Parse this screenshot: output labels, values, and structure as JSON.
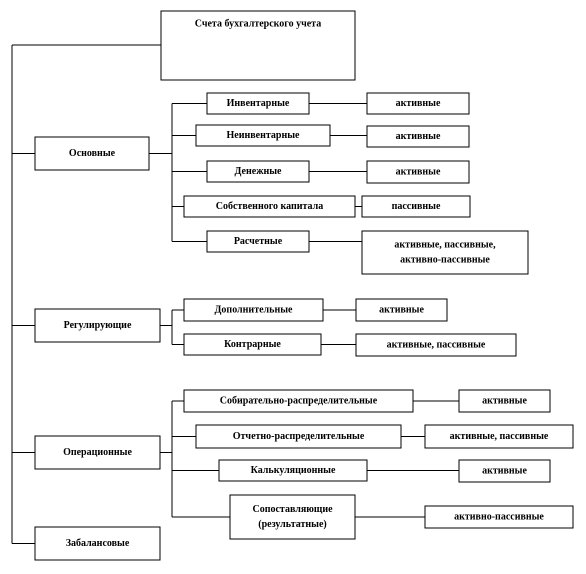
{
  "root": {
    "label": "Счета бухгалтерского учета"
  },
  "groups": [
    {
      "id": "osnovnye",
      "label": "Основные",
      "items": [
        {
          "label": "Инвентарные",
          "result": "активные"
        },
        {
          "label": "Неинвентарные",
          "result": "активные"
        },
        {
          "label": "Денежные",
          "result": "активные"
        },
        {
          "label": "Собственного капитала",
          "result": "пассивные"
        },
        {
          "label": "Расчетные",
          "result": [
            "активные, пассивные,",
            "активно-пассивные"
          ]
        }
      ]
    },
    {
      "id": "reguliruyushchie",
      "label": "Регулирующие",
      "items": [
        {
          "label": "Дополнительные",
          "result": "активные"
        },
        {
          "label": "Контрарные",
          "result": "активные, пассивные"
        }
      ]
    },
    {
      "id": "operatsionnye",
      "label": "Операционные",
      "items": [
        {
          "label": "Собирательно-распределительные",
          "result": "активные"
        },
        {
          "label": "Отчетно-распределительные",
          "result": "активные, пассивные"
        },
        {
          "label": "Калькуляционные",
          "result": "активные"
        },
        {
          "label": [
            "Сопоставляющие",
            "(результатные)"
          ],
          "result": "активно-пассивные"
        }
      ]
    },
    {
      "id": "zabalansovye",
      "label": "Забалансовые",
      "items": []
    }
  ]
}
